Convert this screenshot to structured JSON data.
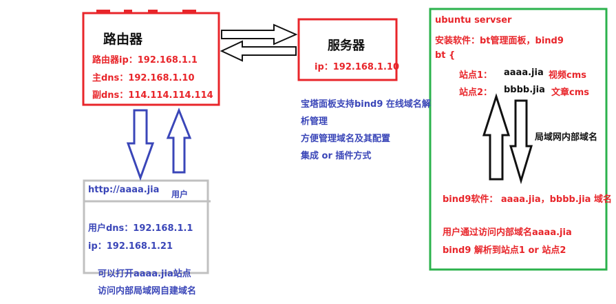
{
  "colors": {
    "red": "#e8252a",
    "blue": "#3a46b8",
    "green": "#2bb24c",
    "gray": "#c0c0c0",
    "black": "#111111"
  },
  "router": {
    "title": "路由器",
    "ip": "路由器ip：192.168.1.1",
    "primary_dns": "主dns：192.168.1.10",
    "secondary_dns": "副dns：114.114.114.114"
  },
  "server": {
    "title": "服务器",
    "ip": "ip：192.168.1.10"
  },
  "server_note": {
    "line1": "宝塔面板支持bind9 在线域名解",
    "line2": "析管理",
    "line3": "方便管理域名及其配置",
    "line4": "集成 or 插件方式"
  },
  "user_box": {
    "url": "http://aaaa.jia",
    "label": "用户",
    "dns": "用户dns：192.168.1.1",
    "ip": "ip：192.168.1.21"
  },
  "user_note": {
    "line1": "可以打开aaaa.jia站点",
    "line2": "访问内部局域网自建域名"
  },
  "ubuntu": {
    "title": "ubuntu servser",
    "software": "安装软件：bt管理面板，bind9",
    "bt": "bt {",
    "site1_label": "站点1：",
    "site1_domain": "aaaa.jia",
    "site1_type": "视频cms",
    "site2_label": "站点2：",
    "site2_domain": "bbbb.jia",
    "site2_type": "文章cms",
    "lan_label": "局域网内部域名",
    "bind9_domains": "bind9软件： aaaa.jia，bbbb.jia 域名",
    "access_line": "用户通过访问内部域名aaaa.jia",
    "resolve_line": "bind9 解析到站点1 or 站点2"
  }
}
